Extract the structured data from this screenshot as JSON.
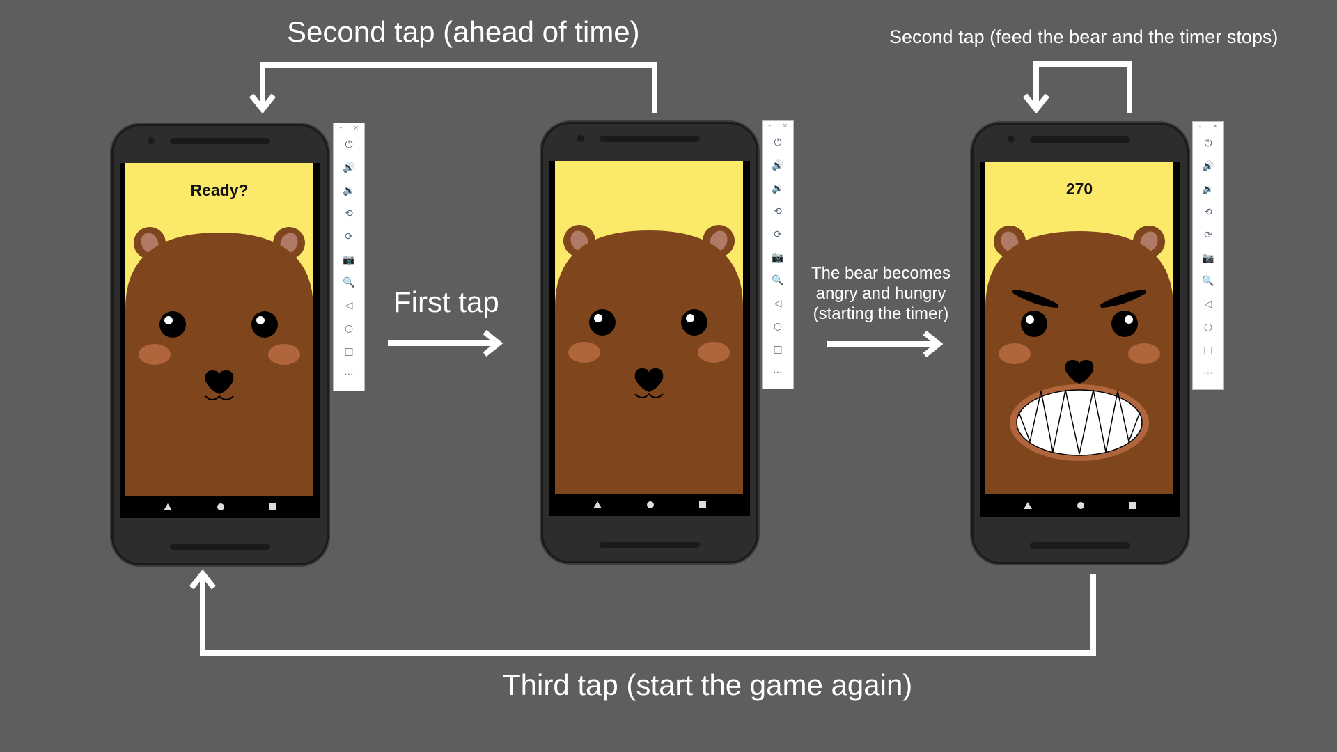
{
  "labels": {
    "second_tap_ahead": "Second tap (ahead of time)",
    "second_tap_feed": "Second tap (feed the bear and the timer stops)",
    "first_tap": "First tap",
    "bear_angry_line1": "The bear becomes",
    "bear_angry_line2": "angry and hungry",
    "bear_angry_line3": "(starting the timer)",
    "third_tap": "Third tap (start the game again)"
  },
  "phones": [
    {
      "screen_text": "Ready?",
      "bear_state": "calm"
    },
    {
      "screen_text": "",
      "bear_state": "calm"
    },
    {
      "screen_text": "270",
      "bear_state": "angry"
    }
  ],
  "emulator_toolbar": {
    "window_controls": [
      "–",
      "×"
    ],
    "buttons": [
      "power-icon",
      "volume-up-icon",
      "volume-down-icon",
      "rotate-left-icon",
      "rotate-right-icon",
      "camera-icon",
      "zoom-icon",
      "back-icon",
      "home-icon",
      "overview-icon",
      "more-icon"
    ],
    "glyphs": [
      "⏻",
      "🔊",
      "🔉",
      "⟲",
      "⟳",
      "📷",
      "🔍",
      "◁",
      "○",
      "□",
      "⋯"
    ]
  },
  "colors": {
    "background": "#5e5e5e",
    "screen": "#fbe96a",
    "bear_fur": "#7f451c",
    "ear_inner": "#b07a66",
    "cheek": "#b0653c",
    "arrow": "#ffffff"
  }
}
